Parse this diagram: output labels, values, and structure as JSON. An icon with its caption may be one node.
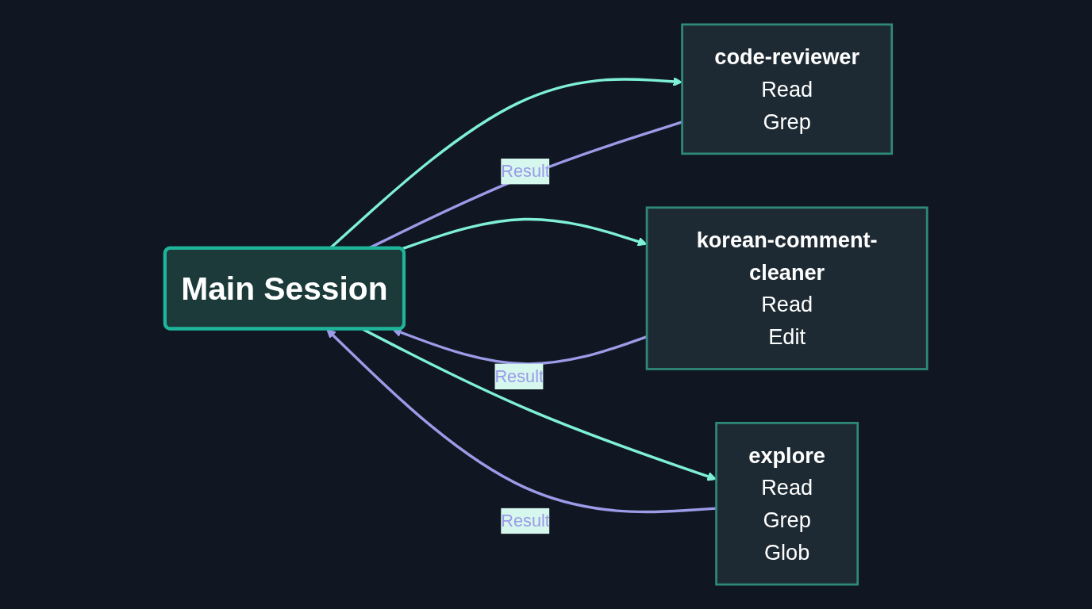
{
  "diagram": {
    "nodes": [
      {
        "text": [
          "Main Session"
        ]
      },
      {
        "text": [
          "code-reviewer",
          "Read",
          "Grep"
        ]
      },
      {
        "text": [
          "korean-comment-cleaner",
          "Read",
          "Edit"
        ]
      },
      {
        "text": [
          "explore",
          "Read",
          "Grep",
          "Glob"
        ]
      }
    ],
    "edges": [
      {
        "from": 0,
        "to": 1,
        "arrow": "to"
      },
      {
        "from": 0,
        "to": 2,
        "arrow": "to"
      },
      {
        "from": 0,
        "to": 3,
        "arrow": "to"
      },
      {
        "from": 1,
        "to": 0,
        "arrow": "none",
        "label": "Result",
        "color": "#9b9be8"
      },
      {
        "from": 2,
        "to": 0,
        "arrow": "to",
        "label": "Result",
        "color": "#9b9be8"
      },
      {
        "from": 3,
        "to": 0,
        "arrow": "to",
        "label": "Result",
        "color": "#9b9be8"
      }
    ]
  }
}
